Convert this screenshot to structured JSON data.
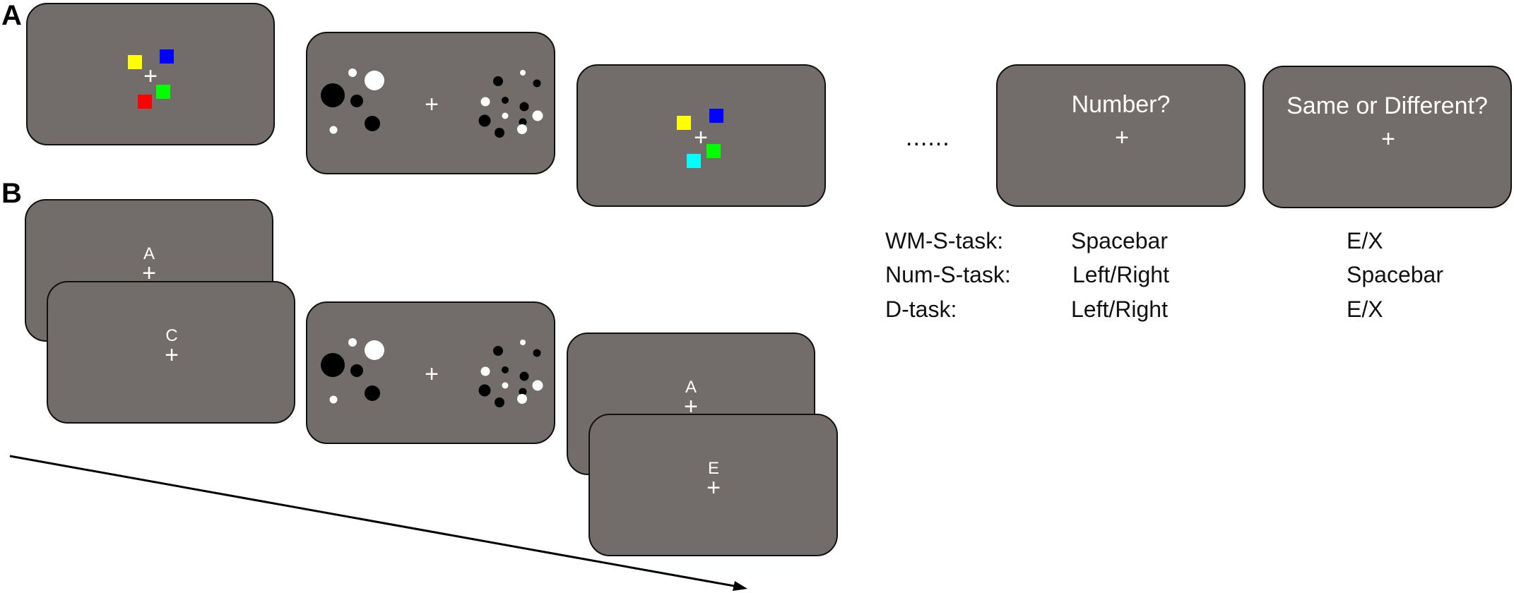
{
  "panels": {
    "a": "A",
    "b": "B"
  },
  "fixation": "+",
  "colors": {
    "screen": "#726d6b",
    "yellow": "#ffff00",
    "blue": "#0000ff",
    "green": "#00ff00",
    "red": "#ff0000",
    "cyan": "#00ffff"
  },
  "b_letters": {
    "first": "A",
    "second": "C",
    "third": "A",
    "fourth": "E"
  },
  "ellipsis": "......",
  "prompts": {
    "number": "Number?",
    "same_diff": "Same or Different?"
  },
  "responses": {
    "rows": [
      {
        "task": "WM-S-task:",
        "number": "Spacebar",
        "same_diff": "E/X"
      },
      {
        "task": "Num-S-task:",
        "number": "Left/Right",
        "same_diff": "Spacebar"
      },
      {
        "task": "D-task:",
        "number": "Left/Right",
        "same_diff": "E/X"
      }
    ]
  }
}
